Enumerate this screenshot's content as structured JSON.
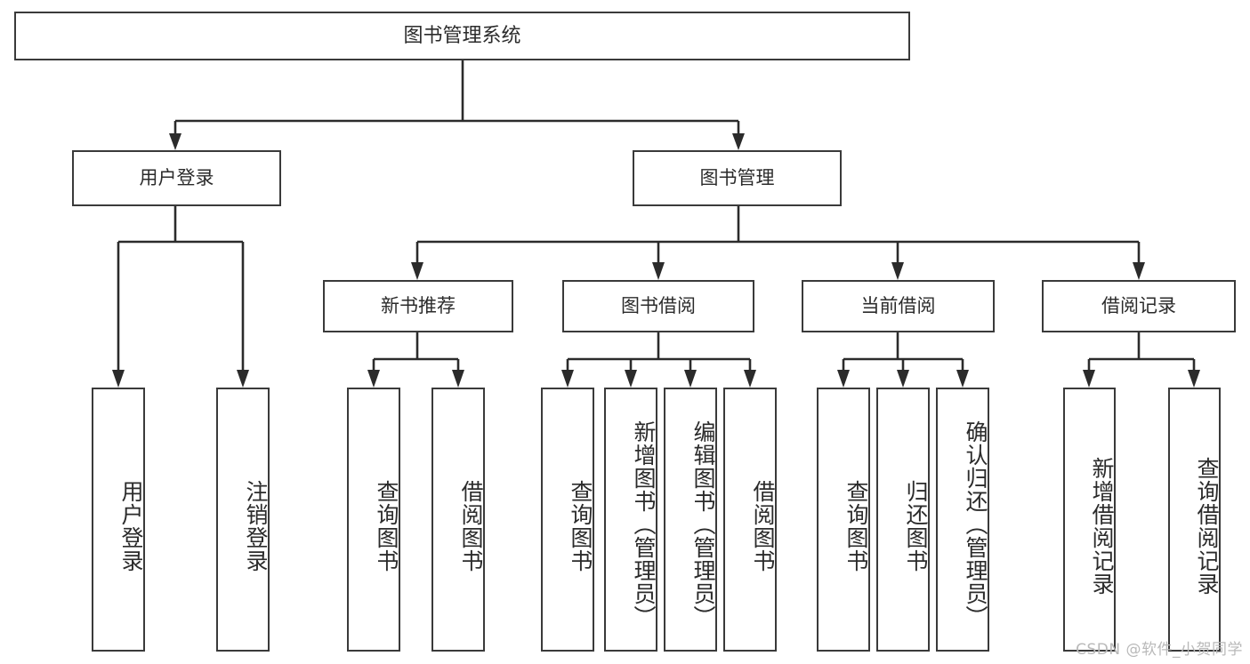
{
  "diagram": {
    "type": "tree-hierarchy",
    "title": "图书管理系统",
    "orientation": "top-down",
    "colors": {
      "box_border": "#3a3a3a",
      "box_fill": "#ffffff",
      "connector": "#2b2b2b",
      "text": "#2b2b2b",
      "watermark": "#b9b9b9"
    },
    "root": {
      "label": "图书管理系统"
    },
    "level2": [
      {
        "label": "用户登录"
      },
      {
        "label": "图书管理"
      }
    ],
    "level3": [
      {
        "label": "新书推荐"
      },
      {
        "label": "图书借阅"
      },
      {
        "label": "当前借阅"
      },
      {
        "label": "借阅记录"
      }
    ],
    "leaves": {
      "user_login": [
        {
          "label": "用户登录"
        },
        {
          "label": "注销登录"
        }
      ],
      "new_book_recommend": [
        {
          "label": "查询图书"
        },
        {
          "label": "借阅图书"
        }
      ],
      "book_borrow": [
        {
          "label": "查询图书"
        },
        {
          "label": "新增图书（管理员）"
        },
        {
          "label": "编辑图书（管理员）"
        },
        {
          "label": "借阅图书"
        }
      ],
      "current_borrow": [
        {
          "label": "查询图书"
        },
        {
          "label": "归还图书"
        },
        {
          "label": "确认归还（管理员）"
        }
      ],
      "borrow_record": [
        {
          "label": "新增借阅记录"
        },
        {
          "label": "查询借阅记录"
        }
      ]
    }
  },
  "watermark": {
    "text": "CSDN @软件_小贺同学"
  }
}
